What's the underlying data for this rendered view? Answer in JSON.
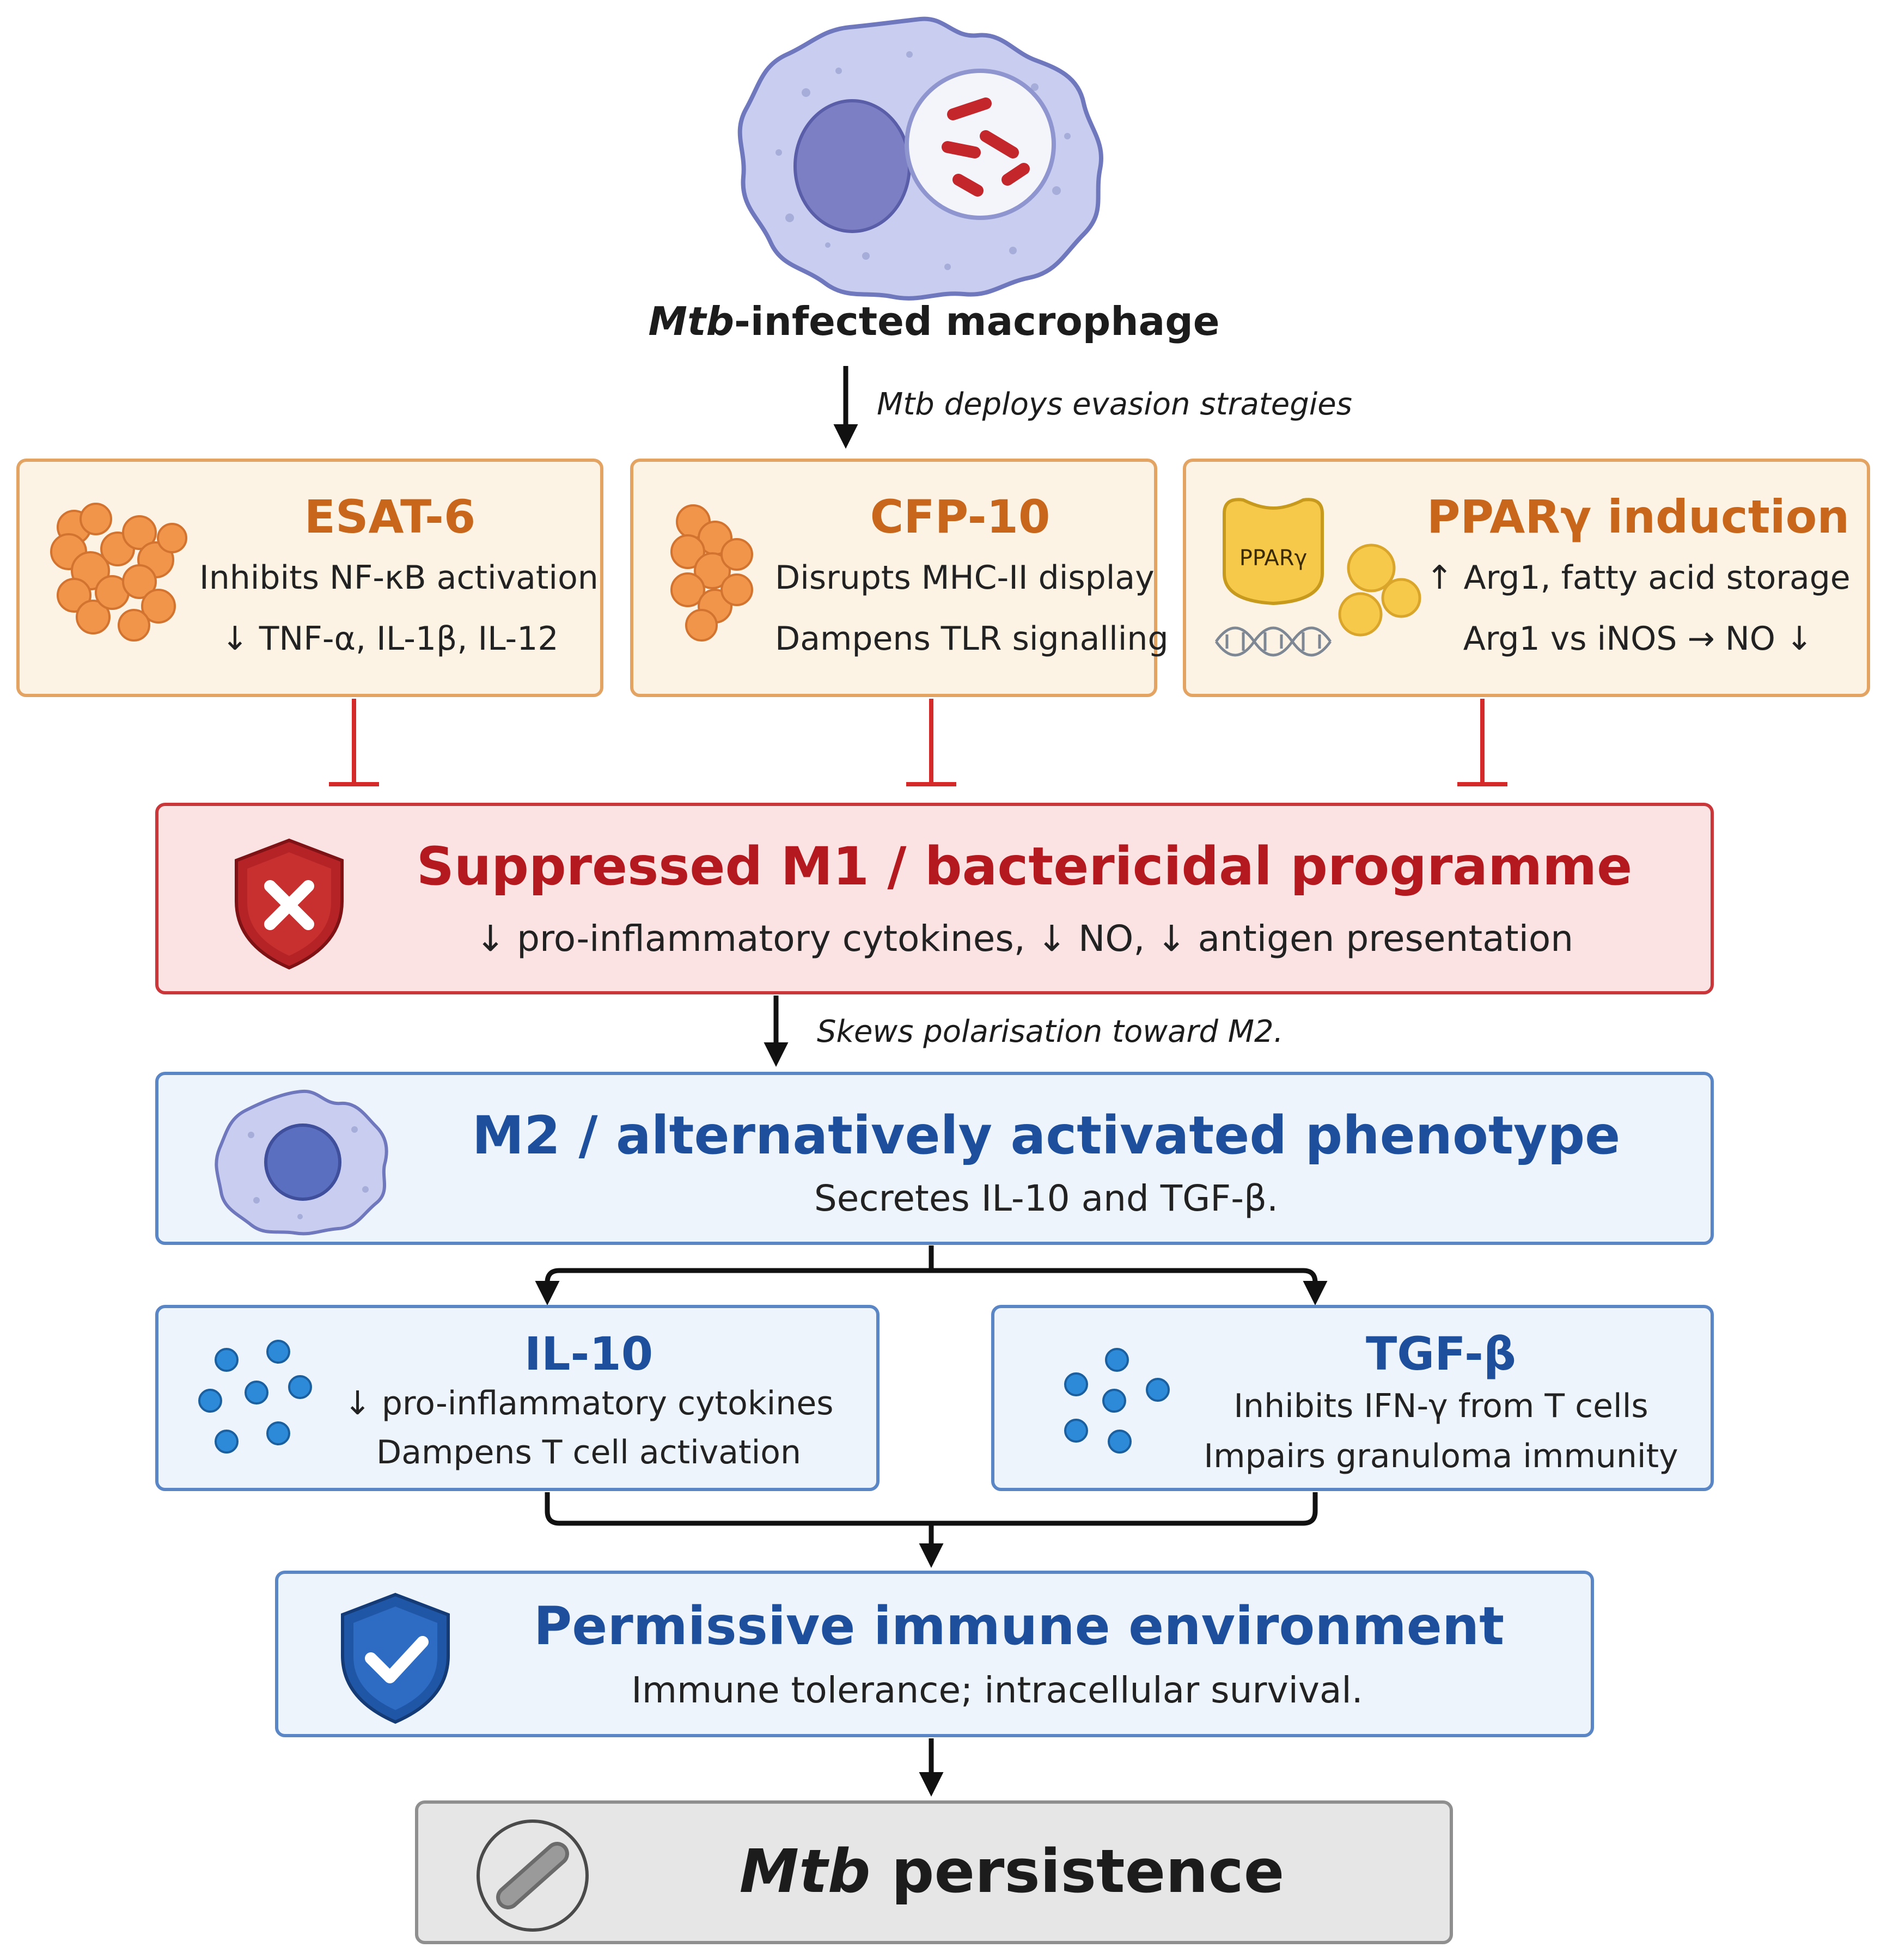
{
  "top": {
    "title_italic": "Mtb",
    "title_rest": "-infected macrophage",
    "arrow_note": "Mtb deploys evasion strategies"
  },
  "mechanisms": [
    {
      "title": "ESAT-6",
      "line1": "Inhibits NF-κB activation",
      "line2": "↓ TNF-α, IL-1β, IL-12"
    },
    {
      "title": "CFP-10",
      "line1": "Disrupts MHC-II display",
      "line2": "Dampens TLR signalling"
    },
    {
      "title": "PPARγ induction",
      "line1": "↑ Arg1, fatty acid storage",
      "line2": "Arg1 vs iNOS → NO ↓",
      "icon_label": "PPARγ"
    }
  ],
  "m1": {
    "title": "Suppressed M1 / bactericidal programme",
    "subtitle": "↓ pro-inflammatory cytokines, ↓ NO, ↓ antigen presentation",
    "arrow_note": "Skews polarisation toward M2."
  },
  "m2": {
    "title": "M2 / alternatively activated phenotype",
    "subtitle": "Secretes IL-10 and TGF-β."
  },
  "cytokines": [
    {
      "title": "IL-10",
      "line1": "↓ pro-inflammatory cytokines",
      "line2": "Dampens T cell activation"
    },
    {
      "title": "TGF-β",
      "line1": "Inhibits IFN-γ from T cells",
      "line2": "Impairs granuloma immunity"
    }
  ],
  "permissive": {
    "title": "Permissive immune environment",
    "subtitle": "Immune tolerance; intracellular survival."
  },
  "persistence": {
    "title_italic": "Mtb",
    "title_rest": " persistence"
  },
  "colors": {
    "orange_border": "#e3a463",
    "orange_title": "#c8661b",
    "red_border": "#c9373a",
    "red_title": "#b3191e",
    "blue_border": "#5a86c6",
    "blue_title": "#1d4f9c",
    "inhibit_line": "#d42a2a"
  }
}
